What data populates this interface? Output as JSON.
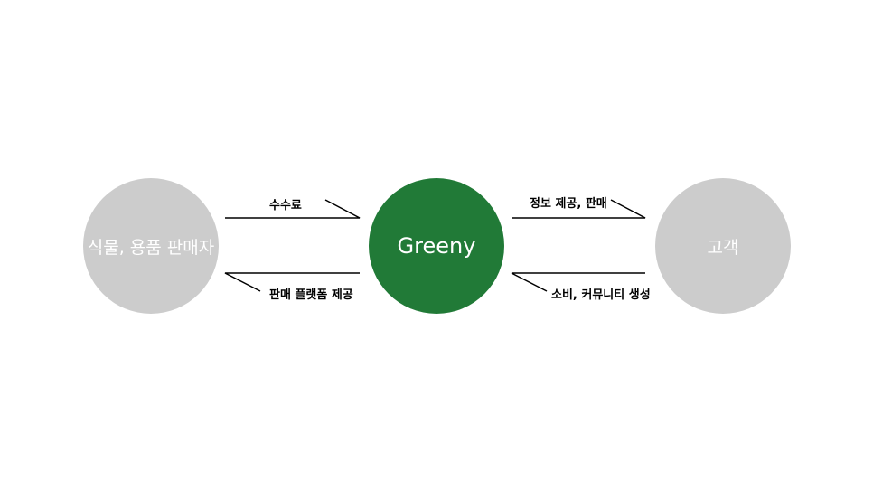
{
  "nodes": {
    "seller": {
      "label": "식물, 용품 판매자",
      "color": "#cccccc"
    },
    "greeny": {
      "label": "Greeny",
      "color": "#217a37"
    },
    "customer": {
      "label": "고객",
      "color": "#cccccc"
    }
  },
  "edges": {
    "seller_to_greeny": {
      "label": "수수료"
    },
    "greeny_to_seller": {
      "label": "판매 플랫폼 제공"
    },
    "greeny_to_customer": {
      "label": "정보 제공, 판매"
    },
    "customer_to_greeny": {
      "label": "소비, 커뮤니티 생성"
    }
  }
}
